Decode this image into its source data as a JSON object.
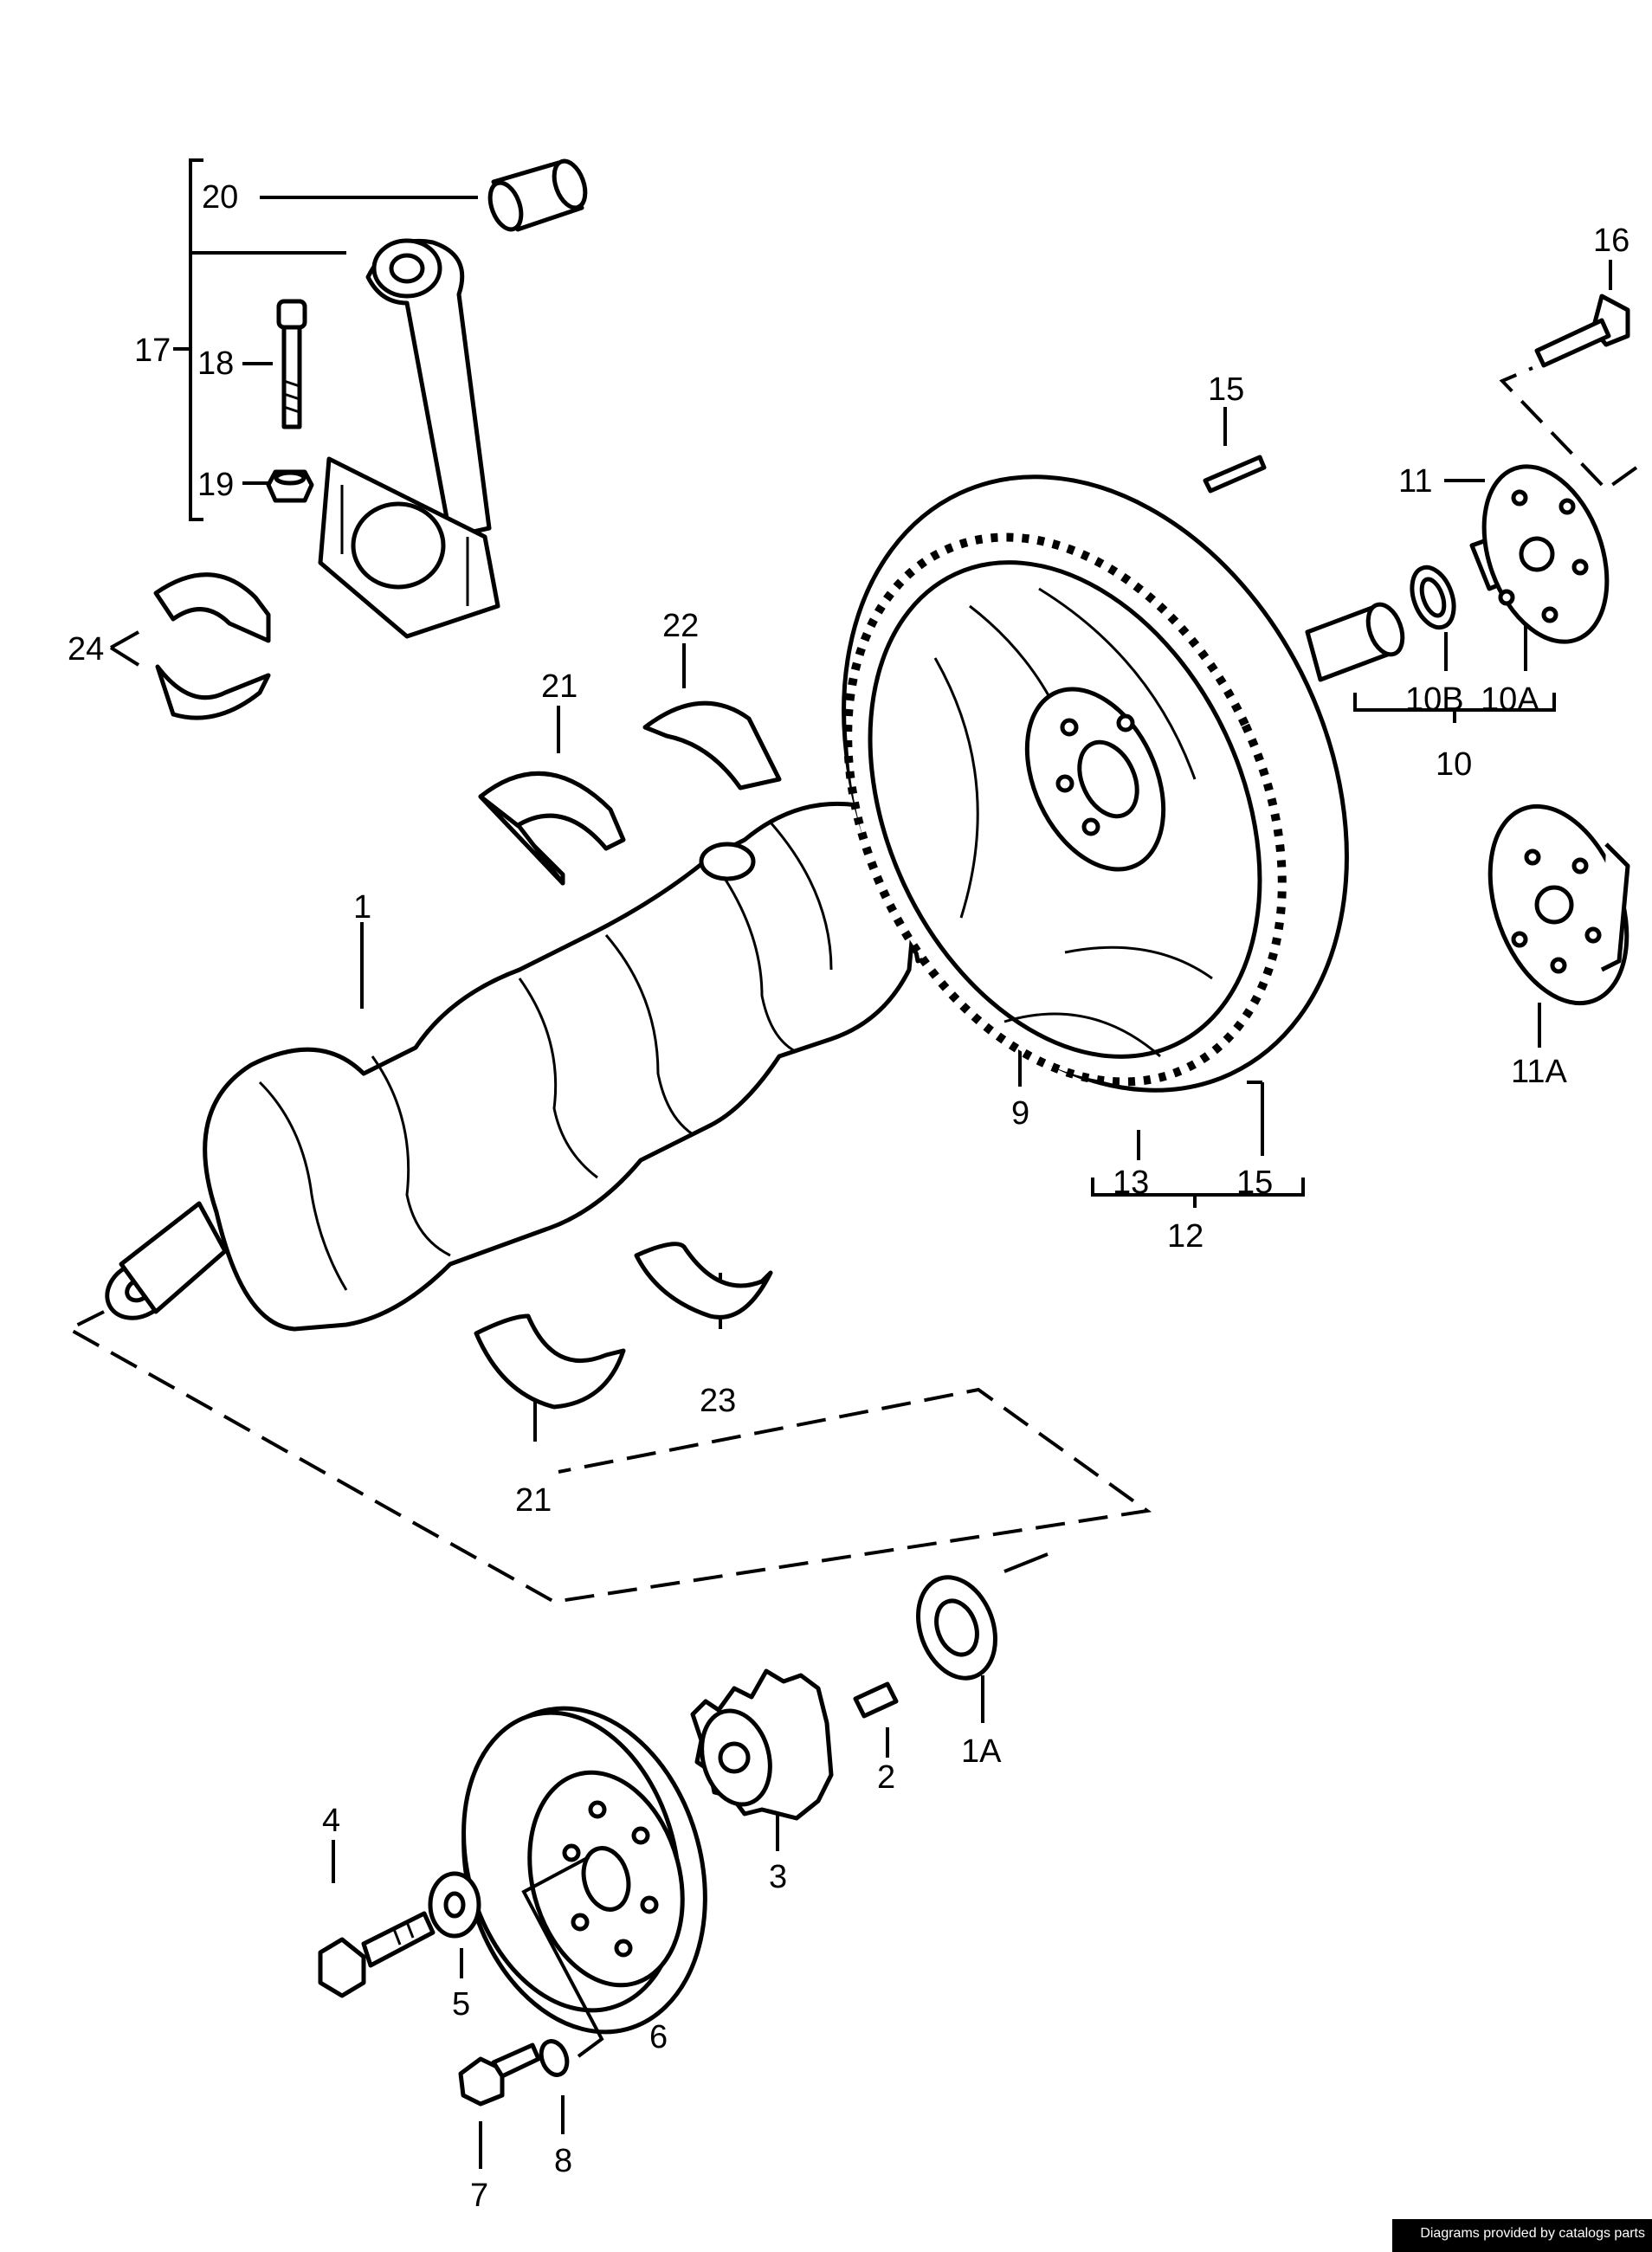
{
  "labels": {
    "p1": "1",
    "p1A": "1A",
    "p2": "2",
    "p3": "3",
    "p4": "4",
    "p5": "5",
    "p6": "6",
    "p7": "7",
    "p8": "8",
    "p9": "9",
    "p10": "10",
    "p10A": "10A",
    "p10B": "10B",
    "p11": "11",
    "p11A": "11A",
    "p12": "12",
    "p13": "13",
    "p15a": "15",
    "p15b": "15",
    "p16": "16",
    "p17": "17",
    "p18": "18",
    "p19": "19",
    "p20": "20",
    "p21a": "21",
    "p21b": "21",
    "p22": "22",
    "p23": "23",
    "p24": "24"
  },
  "credit": "Diagrams provided by catalogs parts"
}
